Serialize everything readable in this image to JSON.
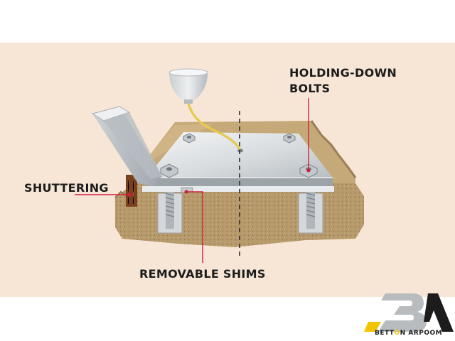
{
  "labels": {
    "holding_down_line1": "HOLDING-DOWN",
    "holding_down_line2": "BOLTS",
    "shuttering": "SHUTTERING",
    "removable_shims": "REMOVABLE SHIMS"
  },
  "brand": {
    "name_part1": "BETT",
    "name_accent": "O",
    "name_part2": "N ARPOOM"
  },
  "colors": {
    "background_band": "#f7e6d6",
    "concrete": "#b79a6c",
    "steel_plate": "#d9dde0",
    "grout": "#e7c94c",
    "leader_lines": "#d0203a",
    "brand_accent": "#f2c500",
    "brand_dark": "#1c1c1c"
  }
}
